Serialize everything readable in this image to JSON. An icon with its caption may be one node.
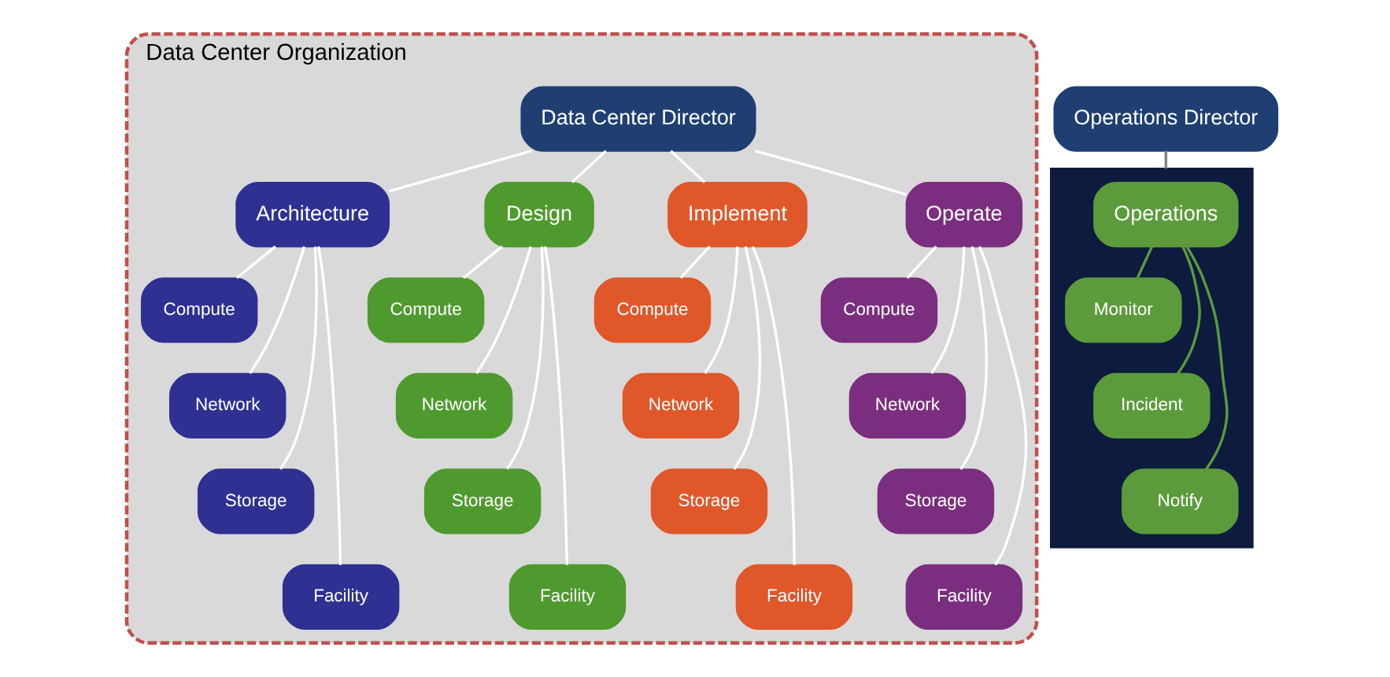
{
  "diagram": {
    "nodes": [
      {
        "text": [
          "Data Center Organization"
        ]
      },
      {
        "text": [
          "Data Center Director"
        ],
        "in": 0
      },
      {
        "text": [
          "Architecture"
        ],
        "in": 0
      },
      {
        "text": [
          "Design"
        ],
        "in": 0
      },
      {
        "text": [
          "Implement"
        ],
        "in": 0
      },
      {
        "text": [
          "Operate"
        ],
        "in": 0
      },
      {
        "text": [
          "Compute"
        ],
        "in": 0
      },
      {
        "text": [
          "Network"
        ],
        "in": 0
      },
      {
        "text": [
          "Storage"
        ],
        "in": 0
      },
      {
        "text": [
          "Facility"
        ],
        "in": 0
      },
      {
        "text": [
          "Compute"
        ],
        "in": 0
      },
      {
        "text": [
          "Network"
        ],
        "in": 0
      },
      {
        "text": [
          "Storage"
        ],
        "in": 0
      },
      {
        "text": [
          "Facility"
        ],
        "in": 0
      },
      {
        "text": [
          "Compute"
        ],
        "in": 0
      },
      {
        "text": [
          "Network"
        ],
        "in": 0
      },
      {
        "text": [
          "Storage"
        ],
        "in": 0
      },
      {
        "text": [
          "Facility"
        ],
        "in": 0
      },
      {
        "text": [
          "Compute"
        ],
        "in": 0
      },
      {
        "text": [
          "Network"
        ],
        "in": 0
      },
      {
        "text": [
          "Storage"
        ],
        "in": 0
      },
      {
        "text": [
          "Facility"
        ],
        "in": 0
      },
      {
        "text": [
          "Operations Director"
        ]
      },
      {
        "text": [],
        "shape": "box"
      },
      {
        "text": [
          "Operations"
        ],
        "in": 23
      },
      {
        "text": [
          "Monitor"
        ],
        "in": 23
      },
      {
        "text": [
          "Incident"
        ],
        "in": 23
      },
      {
        "text": [
          "Notify"
        ],
        "in": 23
      }
    ],
    "edges": [
      {
        "from": 1,
        "to": 2,
        "arrow": "none"
      },
      {
        "from": 1,
        "to": 3,
        "arrow": "none"
      },
      {
        "from": 1,
        "to": 4,
        "arrow": "none"
      },
      {
        "from": 1,
        "to": 5,
        "arrow": "none"
      },
      {
        "from": 2,
        "to": 6,
        "arrow": "none"
      },
      {
        "from": 2,
        "to": 7,
        "arrow": "none"
      },
      {
        "from": 2,
        "to": 8,
        "arrow": "none"
      },
      {
        "from": 2,
        "to": 9,
        "arrow": "none"
      },
      {
        "from": 3,
        "to": 10,
        "arrow": "none"
      },
      {
        "from": 3,
        "to": 11,
        "arrow": "none"
      },
      {
        "from": 3,
        "to": 12,
        "arrow": "none"
      },
      {
        "from": 3,
        "to": 13,
        "arrow": "none"
      },
      {
        "from": 4,
        "to": 14,
        "arrow": "none"
      },
      {
        "from": 4,
        "to": 15,
        "arrow": "none"
      },
      {
        "from": 4,
        "to": 16,
        "arrow": "none"
      },
      {
        "from": 4,
        "to": 17,
        "arrow": "none"
      },
      {
        "from": 5,
        "to": 18,
        "arrow": "none"
      },
      {
        "from": 5,
        "to": 19,
        "arrow": "none"
      },
      {
        "from": 5,
        "to": 20,
        "arrow": "none"
      },
      {
        "from": 5,
        "to": 21,
        "arrow": "none"
      },
      {
        "from": 22,
        "to": 23,
        "arrow": "none",
        "color": "#808080"
      },
      {
        "from": 24,
        "to": 25,
        "arrow": "none",
        "color": "#5b9b3b"
      },
      {
        "from": 24,
        "to": 26,
        "arrow": "none",
        "color": "#5b9b3b"
      },
      {
        "from": 24,
        "to": 27,
        "arrow": "none",
        "color": "#5b9b3b"
      }
    ]
  }
}
